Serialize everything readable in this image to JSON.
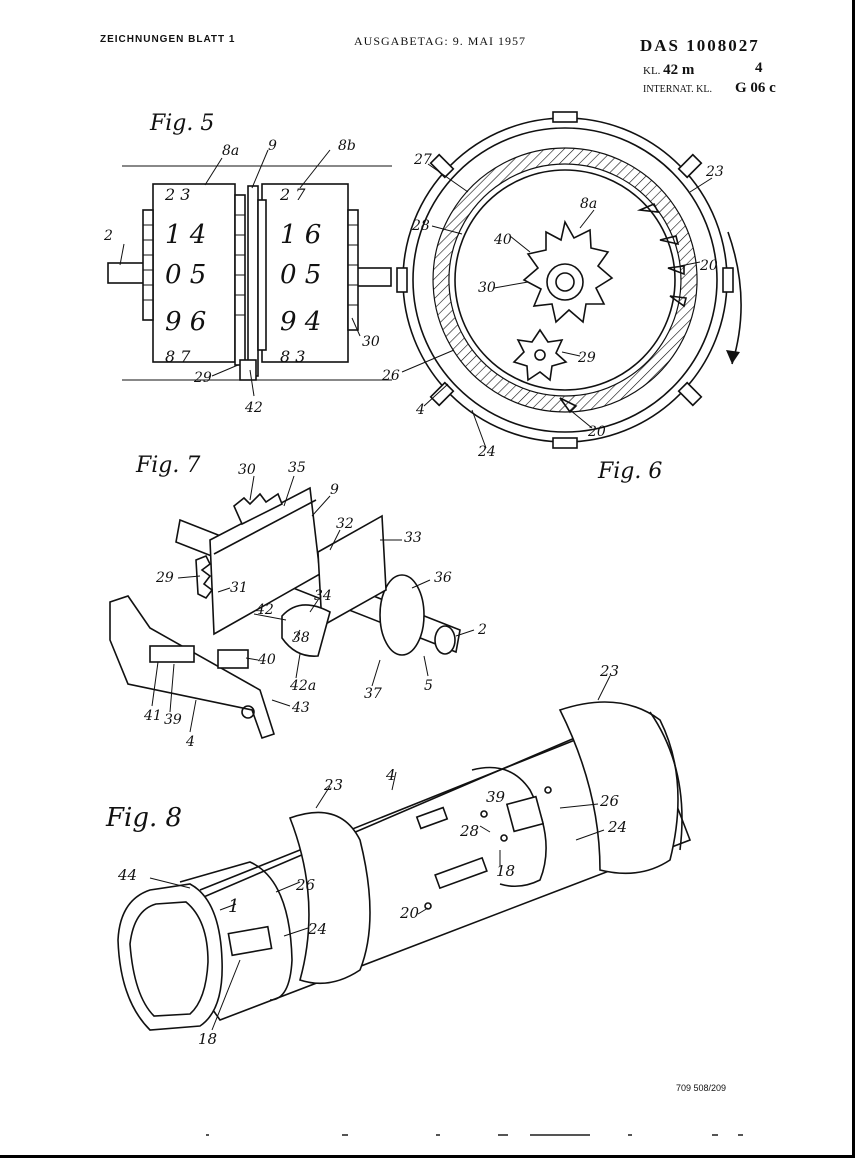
{
  "header": {
    "sheet_label": "ZEICHNUNGEN BLATT 1",
    "issue_date": "AUSGABETAG: 9. MAI 1957",
    "patent_number": "DAS 1008027",
    "class_prefix": "KL.",
    "class_value": "42 m",
    "sheet_number": "4",
    "intl_class_prefix": "INTERNAT. KL.",
    "intl_class_value": "G 06 c"
  },
  "footer": {
    "print_code": "709 508/209"
  },
  "figures": {
    "fig5": {
      "caption": "Fig. 5",
      "refs": [
        "8a",
        "9",
        "8b",
        "2",
        "29",
        "42",
        "30"
      ],
      "drum_left_digits": [
        "2 3",
        "1 4",
        "0 5",
        "9 6",
        "8 7"
      ],
      "drum_right_digits": [
        "2 7",
        "1 6",
        "0 5",
        "9 4",
        "8 3"
      ]
    },
    "fig6": {
      "caption": "Fig. 6",
      "refs": [
        "27",
        "23",
        "8a",
        "28",
        "40",
        "20",
        "30",
        "29",
        "26",
        "4",
        "24",
        "20"
      ]
    },
    "fig7": {
      "caption": "Fig. 7",
      "refs": [
        "30",
        "35",
        "9",
        "32",
        "33",
        "29",
        "31",
        "36",
        "42",
        "34",
        "2",
        "38",
        "40",
        "42a",
        "37",
        "5",
        "41",
        "39",
        "43",
        "4"
      ]
    },
    "fig8": {
      "caption": "Fig. 8",
      "refs": [
        "23",
        "4",
        "23",
        "39",
        "26",
        "28",
        "24",
        "18",
        "44",
        "26",
        "1",
        "20",
        "24",
        "18"
      ]
    }
  }
}
